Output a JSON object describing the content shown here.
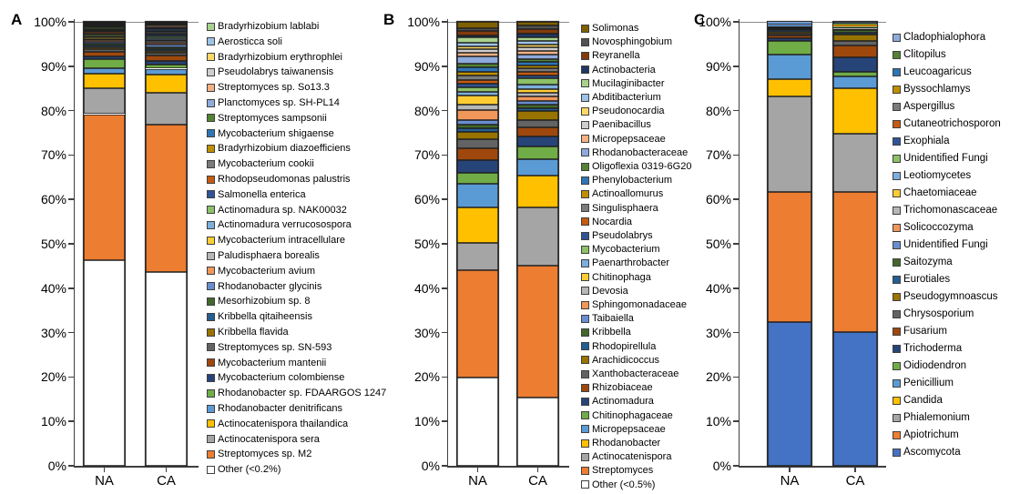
{
  "y_axis": {
    "ticks": [
      "100%",
      "90%",
      "80%",
      "70%",
      "60%",
      "50%",
      "40%",
      "30%",
      "20%",
      "10%",
      "0%"
    ]
  },
  "x_categories": [
    "NA",
    "CA"
  ],
  "chart_data": [
    {
      "type": "bar",
      "stacked": true,
      "panel_label": "A",
      "categories": [
        "NA",
        "CA"
      ],
      "ylim": [
        0,
        100
      ],
      "grid": false,
      "legend_position": "right",
      "legend_order": "reverse-of-stack",
      "series_bottom_to_top": [
        {
          "name": "Other (<0.2%)",
          "color": "#FFFFFF",
          "values": [
            46.3,
            43.7
          ]
        },
        {
          "name": "Streptomyces sp. M2",
          "color": "#ED7D31",
          "values": [
            32.9,
            33.2
          ]
        },
        {
          "name": "Actinocatenispora sera",
          "color": "#A5A5A5",
          "values": [
            5.8,
            7.1
          ]
        },
        {
          "name": "Actinocatenispora thailandica",
          "color": "#FFC000",
          "values": [
            3.4,
            4.1
          ]
        },
        {
          "name": "Rhodanobacter denitrificans",
          "color": "#5B9BD5",
          "values": [
            1.2,
            1.3
          ]
        },
        {
          "name": "Rhodanobacter sp. FDAARGOS 1247",
          "color": "#70AD47",
          "values": [
            1.9,
            0.9
          ]
        },
        {
          "name": "Mycobacterium colombiense",
          "color": "#264478",
          "values": [
            0.8,
            0.9
          ]
        },
        {
          "name": "Mycobacterium mantenii",
          "color": "#9E480E",
          "values": [
            1.0,
            1.1
          ]
        },
        {
          "name": "Streptomyces sp. SN-593",
          "color": "#636363",
          "values": [
            0.5,
            0.6
          ]
        },
        {
          "name": "Kribbella flavida",
          "color": "#997300",
          "values": [
            0.45,
            0.5
          ]
        },
        {
          "name": "Kribbella qitaiheensis",
          "color": "#255E91",
          "values": [
            0.4,
            0.45
          ]
        },
        {
          "name": "Mesorhizobium sp. 8",
          "color": "#43682B",
          "values": [
            0.4,
            0.45
          ]
        },
        {
          "name": "Rhodanobacter glycinis",
          "color": "#698ED0",
          "values": [
            0.4,
            0.45
          ]
        },
        {
          "name": "Mycobacterium avium",
          "color": "#F1975A",
          "values": [
            0.4,
            0.45
          ]
        },
        {
          "name": "Paludisphaera borealis",
          "color": "#B7B7B7",
          "values": [
            0.35,
            0.4
          ]
        },
        {
          "name": "Mycobacterium intracellulare",
          "color": "#FFCD33",
          "values": [
            0.3,
            0.35
          ]
        },
        {
          "name": "Actinomadura verrucosospora",
          "color": "#7CAFDD",
          "values": [
            0.3,
            0.35
          ]
        },
        {
          "name": "Actinomadura sp. NAK00032",
          "color": "#8CC168",
          "values": [
            0.3,
            0.35
          ]
        },
        {
          "name": "Salmonella enterica",
          "color": "#2F5597",
          "values": [
            0.3,
            0.35
          ]
        },
        {
          "name": "Rhodopseudomonas palustris",
          "color": "#C55A11",
          "values": [
            0.3,
            0.35
          ]
        },
        {
          "name": "Mycobacterium cookii",
          "color": "#7B7B7B",
          "values": [
            0.25,
            0.3
          ]
        },
        {
          "name": "Bradyrhizobium diazoefficiens",
          "color": "#BF8F00",
          "values": [
            0.25,
            0.3
          ]
        },
        {
          "name": "Mycobacterium shigaense",
          "color": "#2E75B6",
          "values": [
            0.25,
            0.3
          ]
        },
        {
          "name": "Streptomyces sampsonii",
          "color": "#548235",
          "values": [
            0.25,
            0.3
          ]
        },
        {
          "name": "Planctomyces sp. SH-PL14",
          "color": "#8FAADC",
          "values": [
            0.2,
            0.25
          ]
        },
        {
          "name": "Streptomyces sp. So13.3",
          "color": "#F4B183",
          "values": [
            0.2,
            0.25
          ]
        },
        {
          "name": "Pseudolabrys taiwanensis",
          "color": "#CFCDCD",
          "values": [
            0.2,
            0.25
          ]
        },
        {
          "name": "Bradyrhizobium erythrophlei",
          "color": "#FFD966",
          "values": [
            0.2,
            0.25
          ]
        },
        {
          "name": "Aerosticca soli",
          "color": "#9DC3E6",
          "values": [
            0.2,
            0.2
          ]
        },
        {
          "name": "Bradyrhizobium lablabi",
          "color": "#A9D18E",
          "values": [
            0.3,
            0.2
          ]
        }
      ]
    },
    {
      "type": "bar",
      "stacked": true,
      "panel_label": "B",
      "categories": [
        "NA",
        "CA"
      ],
      "ylim": [
        0,
        100
      ],
      "grid": false,
      "legend_position": "right",
      "legend_order": "reverse-of-stack",
      "series_bottom_to_top": [
        {
          "name": "Other (<0.5%)",
          "color": "#FFFFFF",
          "values": [
            19.8,
            15.2
          ]
        },
        {
          "name": "Streptomyces",
          "color": "#ED7D31",
          "values": [
            24.0,
            29.6
          ]
        },
        {
          "name": "Actinocatenispora",
          "color": "#A5A5A5",
          "values": [
            6.1,
            13.0
          ]
        },
        {
          "name": "Rhodanobacter",
          "color": "#FFC000",
          "values": [
            7.8,
            7.2
          ]
        },
        {
          "name": "Micropepsaceae",
          "color": "#5B9BD5",
          "values": [
            5.3,
            3.6
          ]
        },
        {
          "name": "Chitinophagaceae",
          "color": "#70AD47",
          "values": [
            2.5,
            2.8
          ]
        },
        {
          "name": "Actinomadura",
          "color": "#264478",
          "values": [
            2.9,
            2.2
          ]
        },
        {
          "name": "Rhizobiaceae",
          "color": "#9E480E",
          "values": [
            2.6,
            2.0
          ]
        },
        {
          "name": "Xanthobacteraceae",
          "color": "#636363",
          "values": [
            2.1,
            1.7
          ]
        },
        {
          "name": "Arachidicoccus",
          "color": "#997300",
          "values": [
            1.6,
            2.1
          ]
        },
        {
          "name": "Rhodopirellula",
          "color": "#255E91",
          "values": [
            0.7,
            0.6
          ]
        },
        {
          "name": "Kribbella",
          "color": "#43682B",
          "values": [
            0.9,
            0.8
          ]
        },
        {
          "name": "Taibaiella",
          "color": "#698ED0",
          "values": [
            1.1,
            0.7
          ]
        },
        {
          "name": "Sphingomonadaceae",
          "color": "#F1975A",
          "values": [
            2.1,
            1.1
          ]
        },
        {
          "name": "Devosia",
          "color": "#B7B7B7",
          "values": [
            1.3,
            0.9
          ]
        },
        {
          "name": "Chitinophaga",
          "color": "#FFCD33",
          "values": [
            2.0,
            0.8
          ]
        },
        {
          "name": "Paenarthrobacter",
          "color": "#7CAFDD",
          "values": [
            0.9,
            0.9
          ]
        },
        {
          "name": "Mycobacterium",
          "color": "#8CC168",
          "values": [
            0.9,
            1.5
          ]
        },
        {
          "name": "Pseudolabrys",
          "color": "#2F5597",
          "values": [
            0.8,
            0.6
          ]
        },
        {
          "name": "Nocardia",
          "color": "#C55A11",
          "values": [
            0.9,
            0.9
          ]
        },
        {
          "name": "Singulisphaera",
          "color": "#7B7B7B",
          "values": [
            1.0,
            0.7
          ]
        },
        {
          "name": "Actinoallomurus",
          "color": "#BF8F00",
          "values": [
            0.9,
            0.6
          ]
        },
        {
          "name": "Phenylobacterium",
          "color": "#2E75B6",
          "values": [
            0.9,
            0.8
          ]
        },
        {
          "name": "Oligoflexia 0319-6G20",
          "color": "#548235",
          "values": [
            0.9,
            0.7
          ]
        },
        {
          "name": "Rhodanobacteraceae",
          "color": "#8FAADC",
          "values": [
            1.5,
            0.9
          ]
        },
        {
          "name": "Micropepsaceae",
          "color": "#F4B183",
          "values": [
            0.9,
            0.9
          ]
        },
        {
          "name": "Paenibacillus",
          "color": "#CFCDCD",
          "values": [
            0.8,
            0.8
          ]
        },
        {
          "name": "Pseudonocardia",
          "color": "#FFD966",
          "values": [
            0.7,
            0.7
          ]
        },
        {
          "name": "Abditibacterium",
          "color": "#9DC3E6",
          "values": [
            0.7,
            0.7
          ]
        },
        {
          "name": "Mucilaginibacter",
          "color": "#A9D18E",
          "values": [
            1.2,
            0.9
          ]
        },
        {
          "name": "Actinobacteria",
          "color": "#203864",
          "values": [
            0.5,
            0.7
          ]
        },
        {
          "name": "Reyranella",
          "color": "#823B0B",
          "values": [
            0.9,
            1.0
          ]
        },
        {
          "name": "Novosphingobium",
          "color": "#525252",
          "values": [
            0.7,
            0.8
          ]
        },
        {
          "name": "Solimonas",
          "color": "#7F6000",
          "values": [
            1.4,
            0.9
          ]
        }
      ]
    },
    {
      "type": "bar",
      "stacked": true,
      "panel_label": "C",
      "categories": [
        "NA",
        "CA"
      ],
      "ylim": [
        0,
        100
      ],
      "grid": false,
      "legend_position": "right",
      "legend_order": "reverse-of-stack",
      "series_bottom_to_top": [
        {
          "name": "Ascomycota",
          "color": "#4472C4",
          "values": [
            32.5,
            30.3
          ]
        },
        {
          "name": "Apiotrichum",
          "color": "#ED7D31",
          "values": [
            29.5,
            31.6
          ]
        },
        {
          "name": "Phialemonium",
          "color": "#A5A5A5",
          "values": [
            21.8,
            13.2
          ]
        },
        {
          "name": "Candida",
          "color": "#FFC000",
          "values": [
            3.8,
            10.1
          ]
        },
        {
          "name": "Penicillium",
          "color": "#5B9BD5",
          "values": [
            5.7,
            2.8
          ]
        },
        {
          "name": "Oidiodendron",
          "color": "#70AD47",
          "values": [
            3.1,
            0.9
          ]
        },
        {
          "name": "Trichoderma",
          "color": "#264478",
          "values": [
            0.6,
            3.3
          ]
        },
        {
          "name": "Fusarium",
          "color": "#9E480E",
          "values": [
            0.5,
            2.7
          ]
        },
        {
          "name": "Chrysosporium",
          "color": "#636363",
          "values": [
            0.5,
            1.1
          ]
        },
        {
          "name": "Pseudogymnoascus",
          "color": "#997300",
          "values": [
            0.4,
            1.5
          ]
        },
        {
          "name": "Eurotiales",
          "color": "#255E91",
          "values": [
            0.35,
            0.4
          ]
        },
        {
          "name": "Saitozyma",
          "color": "#43682B",
          "values": [
            0.3,
            0.5
          ]
        },
        {
          "name": "Unidentified Fungi",
          "color": "#698ED0",
          "values": [
            0.2,
            0.2
          ]
        },
        {
          "name": "Solicoccozyma",
          "color": "#F1975A",
          "values": [
            0.2,
            0.2
          ]
        },
        {
          "name": "Trichomonascaceae",
          "color": "#B7B7B7",
          "values": [
            0.15,
            0.15
          ]
        },
        {
          "name": "Chaetomiaceae",
          "color": "#FFCD33",
          "values": [
            0.15,
            0.15
          ]
        },
        {
          "name": "Leotiomycetes",
          "color": "#7CAFDD",
          "values": [
            0.1,
            0.1
          ]
        },
        {
          "name": "Unidentified Fungi",
          "color": "#8CC168",
          "values": [
            0.1,
            0.1
          ]
        },
        {
          "name": "Exophiala",
          "color": "#2F5597",
          "values": [
            0.1,
            0.1
          ]
        },
        {
          "name": "Cutaneotrichosporon",
          "color": "#C55A11",
          "values": [
            0.1,
            0.1
          ]
        },
        {
          "name": "Aspergillus",
          "color": "#7B7B7B",
          "values": [
            0.1,
            0.1
          ]
        },
        {
          "name": "Byssochlamys",
          "color": "#BF8F00",
          "values": [
            0.1,
            0.1
          ]
        },
        {
          "name": "Leucoagaricus",
          "color": "#2E75B6",
          "values": [
            0.1,
            0.1
          ]
        },
        {
          "name": "Clitopilus",
          "color": "#548235",
          "values": [
            0.1,
            0.1
          ]
        },
        {
          "name": "Cladophialophora",
          "color": "#8FAADC",
          "values": [
            0.1,
            0.4
          ]
        }
      ]
    }
  ]
}
